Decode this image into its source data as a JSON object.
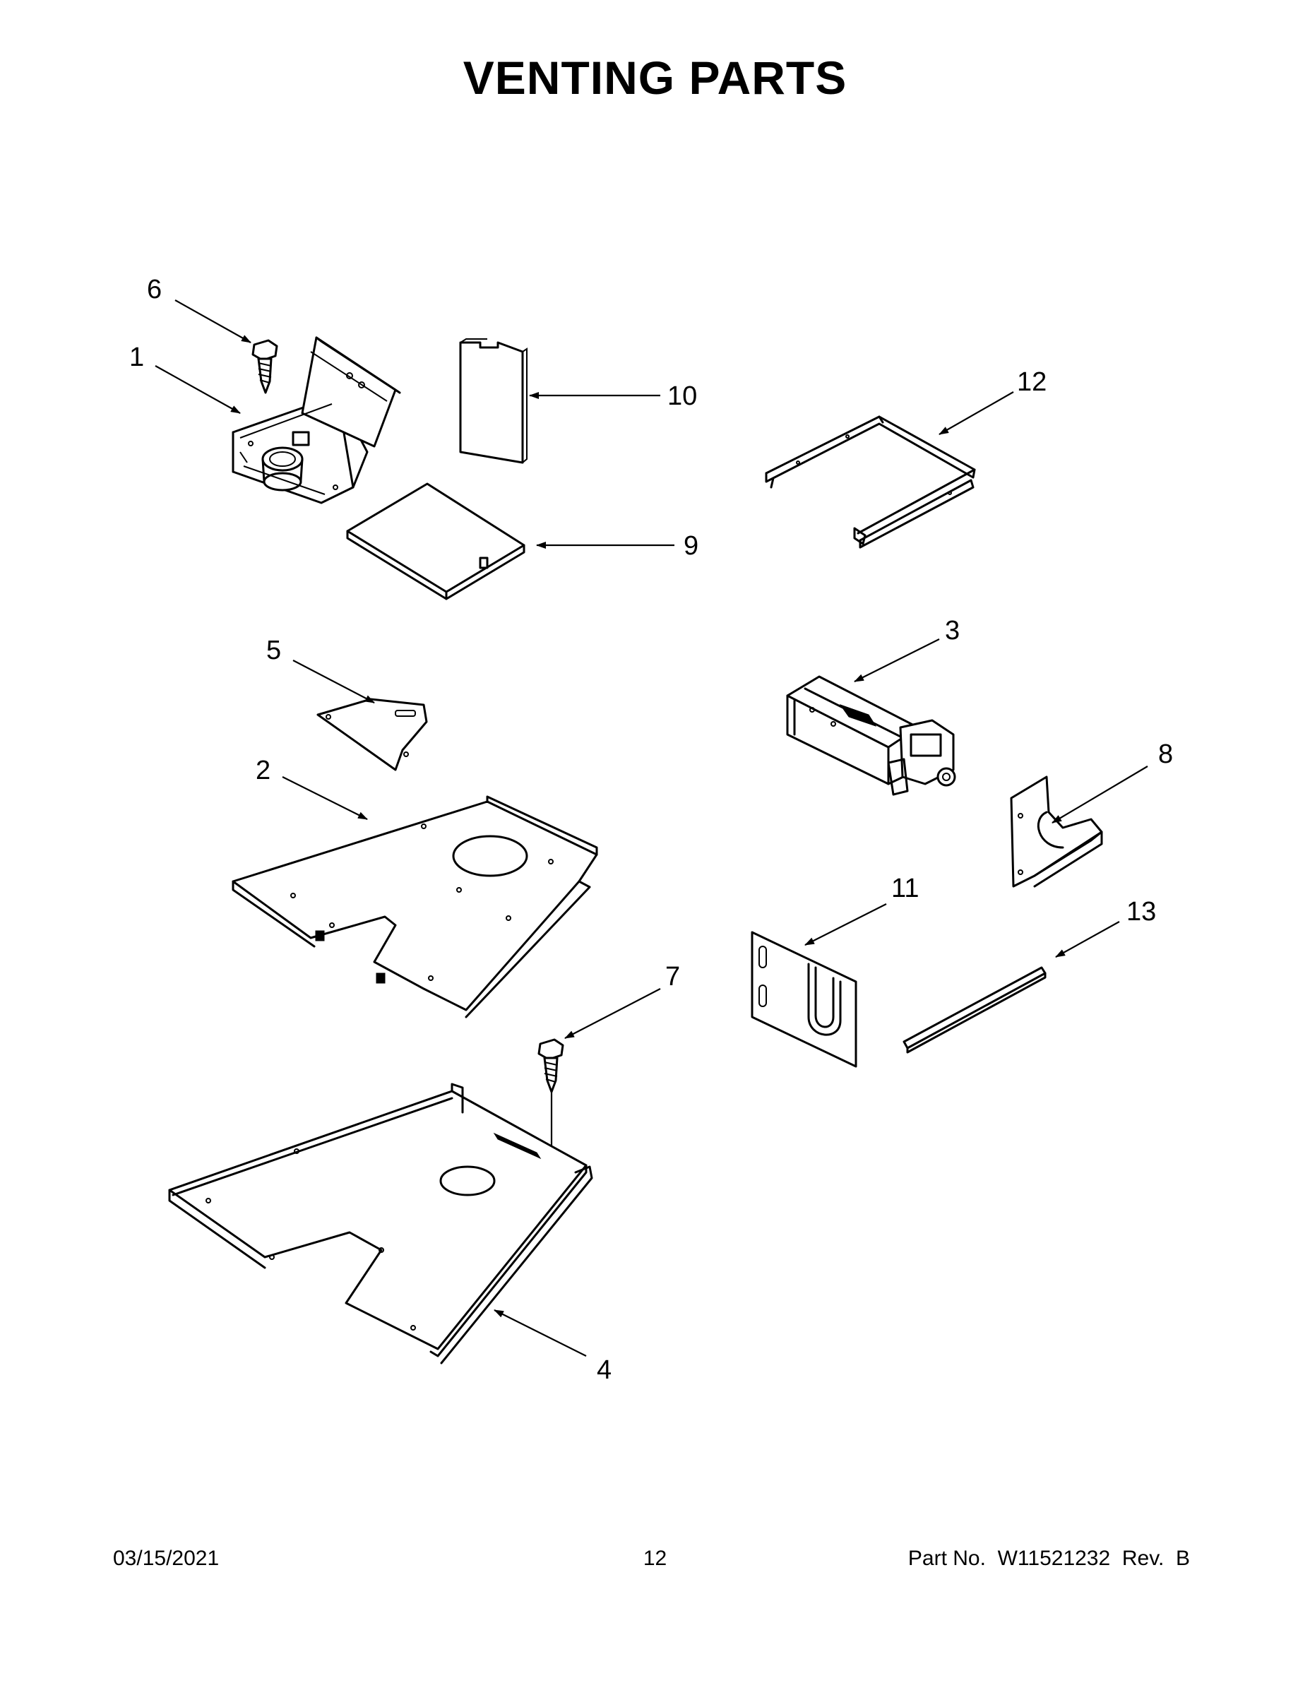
{
  "title": "VENTING PARTS",
  "callouts": [
    {
      "id": "1",
      "label": "1"
    },
    {
      "id": "2",
      "label": "2"
    },
    {
      "id": "3",
      "label": "3"
    },
    {
      "id": "4",
      "label": "4"
    },
    {
      "id": "5",
      "label": "5"
    },
    {
      "id": "6",
      "label": "6"
    },
    {
      "id": "7",
      "label": "7"
    },
    {
      "id": "8",
      "label": "8"
    },
    {
      "id": "9",
      "label": "9"
    },
    {
      "id": "10",
      "label": "10"
    },
    {
      "id": "11",
      "label": "11"
    },
    {
      "id": "12",
      "label": "12"
    },
    {
      "id": "13",
      "label": "13"
    }
  ],
  "footer": {
    "date": "03/15/2021",
    "page": "12",
    "part_no": "Part No.  W11521232  Rev.  B"
  }
}
